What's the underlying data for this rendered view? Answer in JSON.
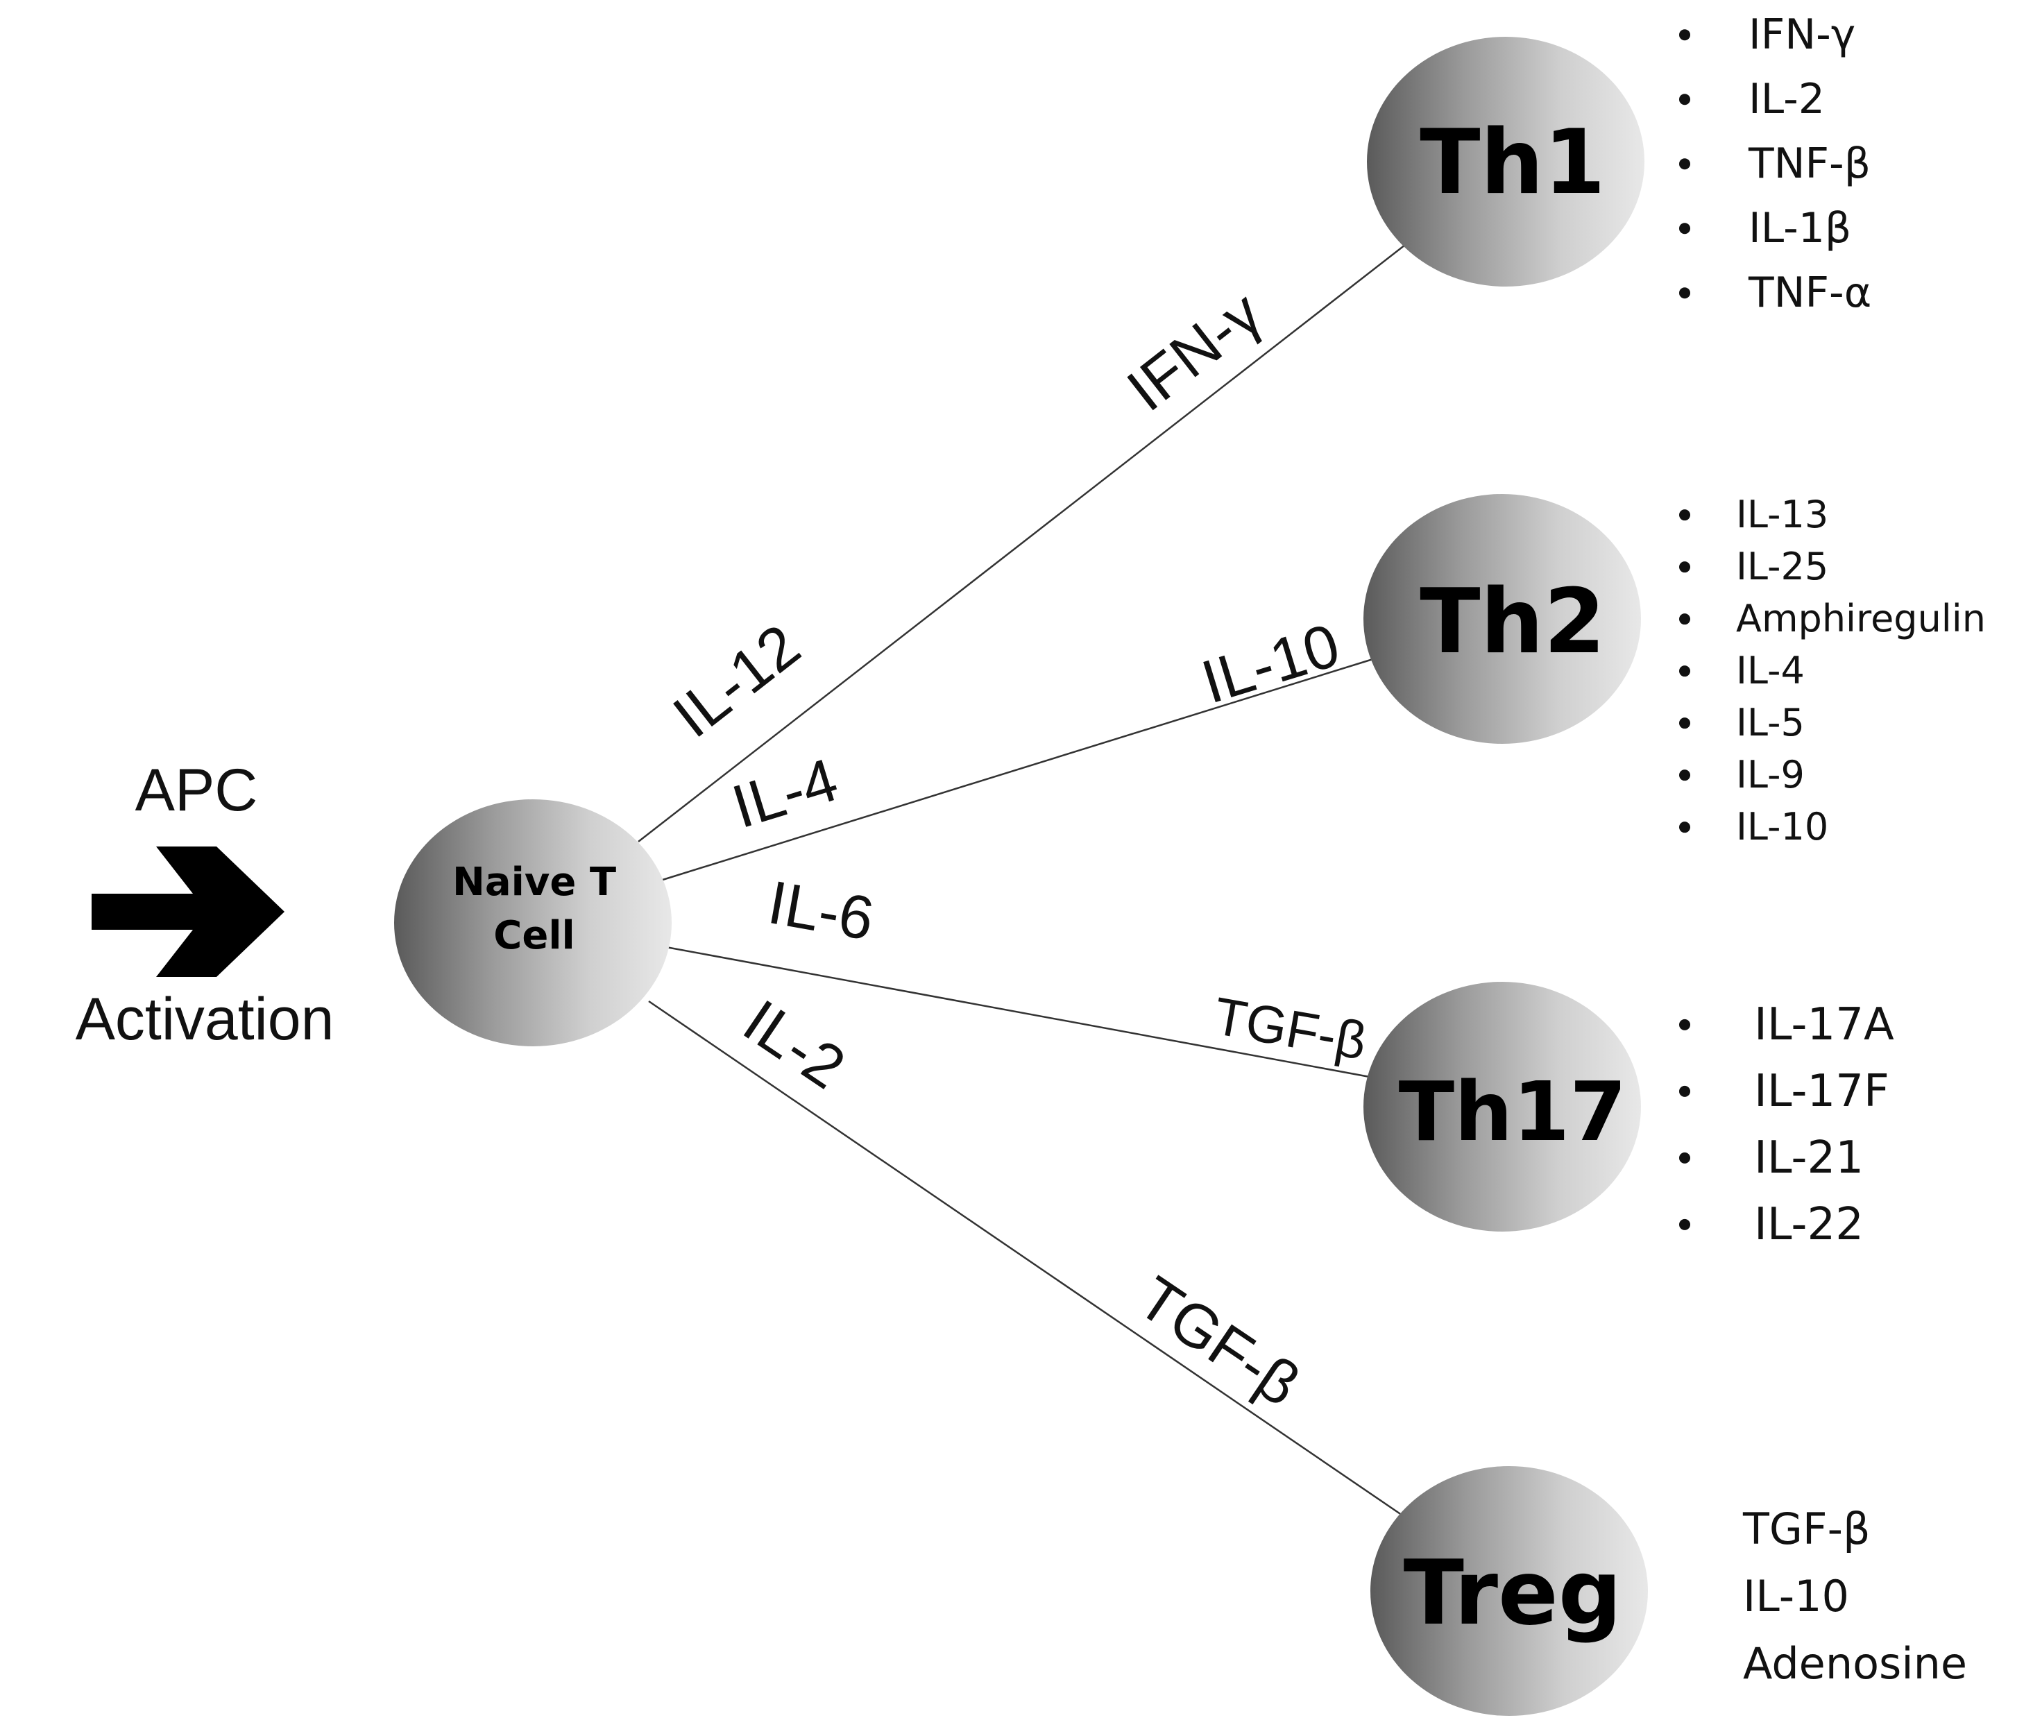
{
  "activation": {
    "top_label": "APC",
    "bottom_label": "Activation"
  },
  "naive": {
    "line1": "Naive T",
    "line2": "Cell"
  },
  "cells": {
    "th1": {
      "label": "Th1",
      "products": [
        "IFN-γ",
        "IL-2",
        "TNF-β",
        "IL-1β",
        "TNF-α"
      ]
    },
    "th2": {
      "label": "Th2",
      "products": [
        "IL-13",
        "IL-25",
        "Amphiregulin",
        "IL-4",
        "IL-5",
        "IL-9",
        "IL-10"
      ]
    },
    "th17": {
      "label": "Th17",
      "products": [
        "IL-17A",
        "IL-17F",
        "IL-21",
        "IL-22"
      ]
    },
    "treg": {
      "label": "Treg",
      "products": [
        "TGF-β",
        "IL-10",
        "Adenosine"
      ]
    }
  },
  "edges": {
    "th1": {
      "near_label": "IL-12",
      "far_label": "IFN-γ"
    },
    "th2": {
      "near_label": "IL-4",
      "far_label": "IL-10"
    },
    "th17": {
      "near_label": "IL-6",
      "far_label": "TGF-β"
    },
    "treg": {
      "near_label": "IL-2",
      "far_label": "TGF-β"
    }
  }
}
